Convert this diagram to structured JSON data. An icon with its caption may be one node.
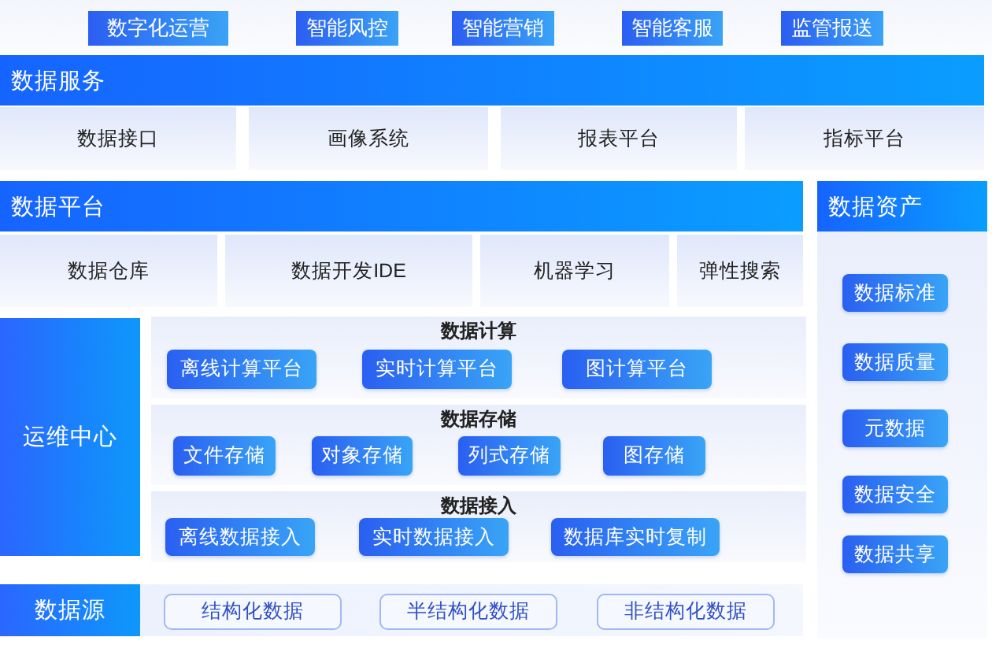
{
  "diagram": {
    "nodes": [
      {
        "text": [
          "数字化运营"
        ]
      },
      {
        "text": [
          "智能风控"
        ]
      },
      {
        "text": [
          "智能营销"
        ]
      },
      {
        "text": [
          "智能客服"
        ]
      },
      {
        "text": [
          "监管报送"
        ]
      },
      {
        "text": [
          "数据服务"
        ]
      },
      {
        "text": [
          "数据接口"
        ]
      },
      {
        "text": [
          "画像系统"
        ]
      },
      {
        "text": [
          "报表平台"
        ]
      },
      {
        "text": [
          "指标平台"
        ]
      },
      {
        "text": [
          "数据平台"
        ]
      },
      {
        "text": [
          "数据资产"
        ]
      },
      {
        "text": [
          "数据标准"
        ],
        "in": 11
      },
      {
        "text": [
          "数据质量"
        ],
        "in": 11
      },
      {
        "text": [
          "元数据"
        ],
        "in": 11
      },
      {
        "text": [
          "数据安全"
        ],
        "in": 11
      },
      {
        "text": [
          "数据共享"
        ],
        "in": 11
      },
      {
        "text": [
          "数据仓库"
        ]
      },
      {
        "text": [
          "数据开发IDE"
        ]
      },
      {
        "text": [
          "机器学习"
        ]
      },
      {
        "text": [
          "弹性搜索"
        ]
      },
      {
        "text": [
          "运维中心"
        ]
      },
      {
        "text": [
          "数据计算"
        ]
      },
      {
        "text": [
          "离线计算平台"
        ],
        "in": 22
      },
      {
        "text": [
          "实时计算平台"
        ],
        "in": 22
      },
      {
        "text": [
          "图计算平台"
        ],
        "in": 22
      },
      {
        "text": [
          "数据存储"
        ]
      },
      {
        "text": [
          "文件存储"
        ],
        "in": 26
      },
      {
        "text": [
          "对象存储"
        ],
        "in": 26
      },
      {
        "text": [
          "列式存储"
        ],
        "in": 26
      },
      {
        "text": [
          "图存储"
        ],
        "in": 26
      },
      {
        "text": [
          "数据接入"
        ]
      },
      {
        "text": [
          "离线数据接入"
        ],
        "in": 31
      },
      {
        "text": [
          "实时数据接入"
        ],
        "in": 31
      },
      {
        "text": [
          "数据库实时复制"
        ],
        "in": 31
      },
      {
        "text": [
          "数据源"
        ]
      },
      {
        "text": [
          "结构化数据"
        ],
        "in": 35
      },
      {
        "text": [
          "半结构化数据"
        ],
        "in": 35
      },
      {
        "text": [
          "非结构化数据"
        ],
        "in": 35
      }
    ]
  }
}
